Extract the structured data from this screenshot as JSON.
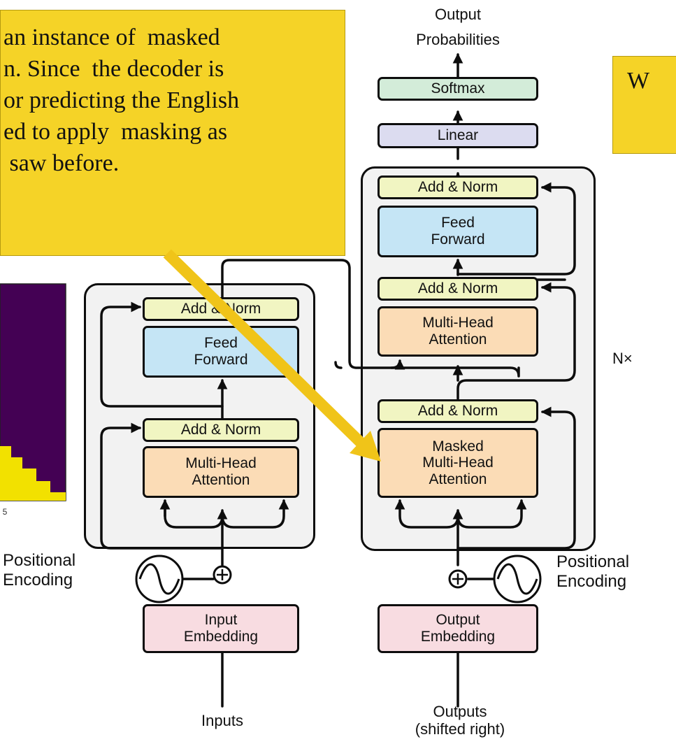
{
  "title": {
    "line1": "Output",
    "line2": "Probabilities"
  },
  "decoder": {
    "softmax": "Softmax",
    "linear": "Linear",
    "add_norm_top": "Add & Norm",
    "feed_forward": "Feed\nForward",
    "add_norm_mid": "Add & Norm",
    "multi_head": "Multi-Head\nAttention",
    "add_norm_low": "Add & Norm",
    "masked_mha": "Masked\nMulti-Head\nAttention",
    "nx": "N×",
    "pos_enc": "Positional\nEncoding",
    "embedding": "Output\nEmbedding",
    "input_label": "Outputs\n(shifted right)"
  },
  "encoder": {
    "add_norm_top": "Add & Norm",
    "feed_forward": "Feed\nForward",
    "add_norm_low": "Add & Norm",
    "multi_head": "Multi-Head\nAttention",
    "pos_enc": "Positional\nEncoding",
    "embedding": "Input\nEmbedding",
    "input_label": "Inputs"
  },
  "callout": {
    "text": "an instance of  masked\nn. Since  the decoder is\nor predicting the English\ned to apply  masking as\n saw before."
  },
  "right_note": {
    "text": "W"
  },
  "heatmap": {
    "tick_label": "5"
  },
  "colors": {
    "callout_bg": "#f5d327",
    "arrow_gold": "#f0c419",
    "softmax": "#d3ecd9",
    "linear": "#dcdcf0",
    "add_norm": "#f1f5c2",
    "feed_forward": "#c5e5f5",
    "attention": "#fbdcb6",
    "embedding": "#f8dce1",
    "heat_dark": "#440154",
    "heat_light": "#f2e100"
  }
}
